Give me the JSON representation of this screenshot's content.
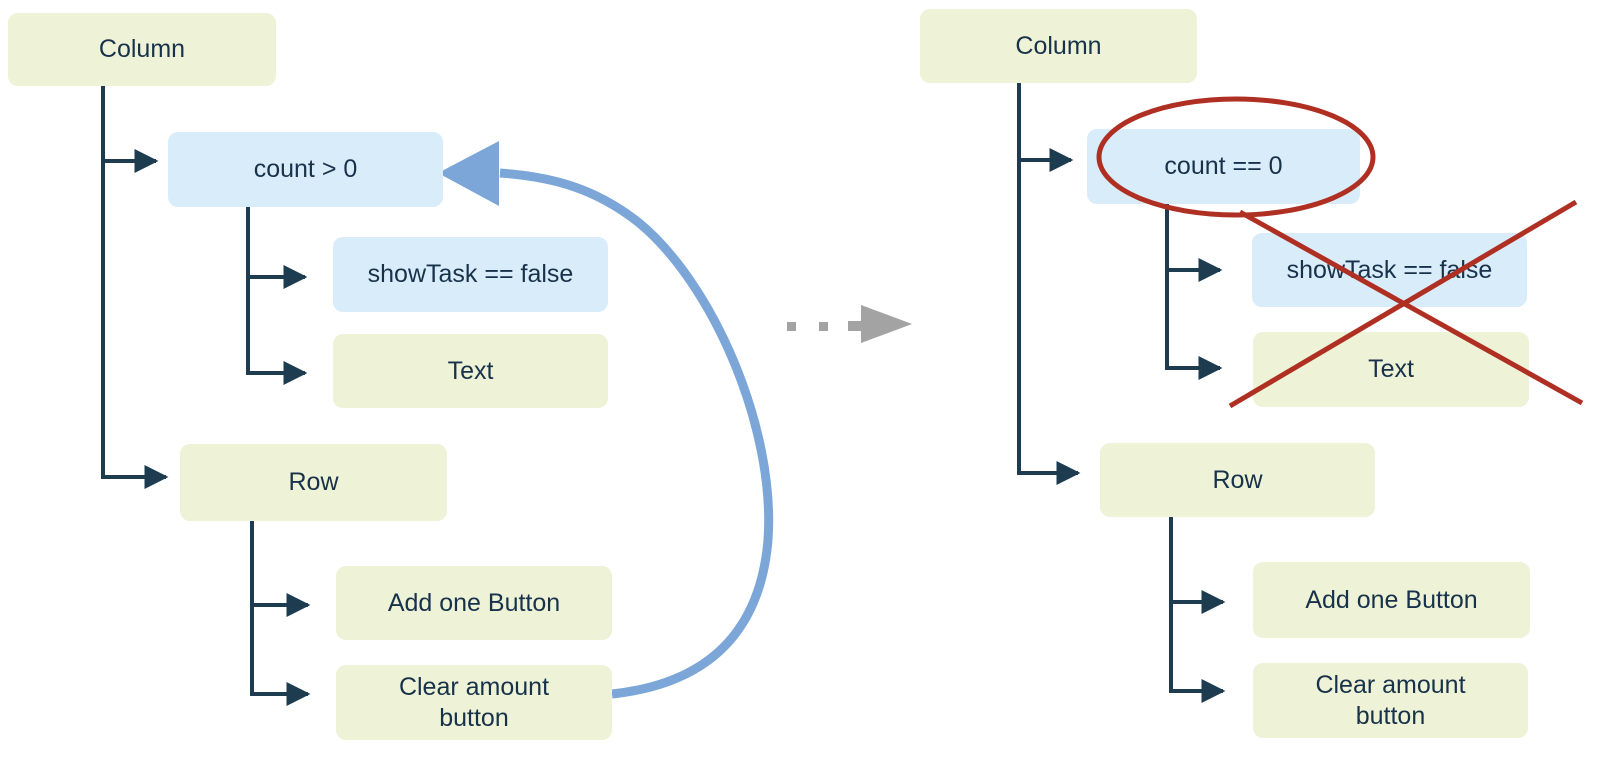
{
  "colors": {
    "widget_box": "#eef2d6",
    "condition_box": "#d9ecfa",
    "connector": "#1e3c50",
    "label_text": "#17324a",
    "loop_arrow": "#7ca6d8",
    "transition_arrow": "#a3a3a3",
    "annotation": "#b02f23",
    "page_bg": "#ffffff"
  },
  "left_tree": {
    "nodes": {
      "column": "Column",
      "condition_count": "count > 0",
      "condition_showtask": "showTask == false",
      "text_widget": "Text",
      "row": "Row",
      "add_one_button": "Add one Button",
      "clear_amount_button": "Clear amount button"
    }
  },
  "right_tree": {
    "nodes": {
      "column": "Column",
      "condition_count": "count == 0",
      "condition_showtask": "showTask == false",
      "text_widget": "Text",
      "row": "Row",
      "add_one_button": "Add one Button",
      "clear_amount_button": "Clear amount button"
    }
  },
  "annotations": {
    "loop_arrow_from": "Clear amount button",
    "loop_arrow_to": "count > 0",
    "ellipse_highlight_on": "count == 0",
    "crossed_out_nodes": [
      "showTask == false",
      "Text"
    ]
  }
}
